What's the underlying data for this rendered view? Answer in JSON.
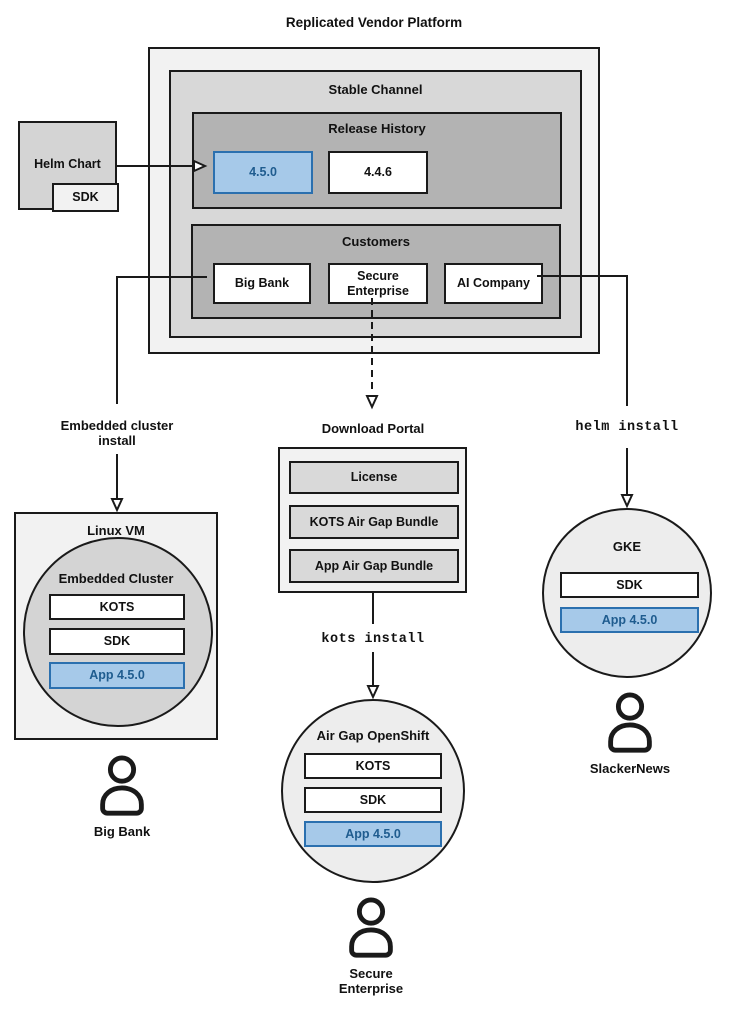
{
  "title": "Replicated Vendor Platform",
  "colors": {
    "highlight_fill": "#a6c9e9",
    "highlight_border": "#2b70af",
    "highlight_text": "#1f5c8f",
    "box_light": "#f2f2f2",
    "box_mid": "#d8d8d8",
    "box_dark": "#b3b3b3",
    "portal_item": "#d9d9d9",
    "circle_dark": "#d4d4d4",
    "circle_light": "#ededed",
    "line": "#1a1a1a"
  },
  "platform": {
    "stable_channel": {
      "title": "Stable Channel"
    },
    "release_history": {
      "title": "Release History",
      "releases": [
        {
          "label": "4.5.0",
          "highlighted": true
        },
        {
          "label": "4.4.6",
          "highlighted": false
        }
      ]
    },
    "customers": {
      "title": "Customers",
      "items": [
        "Big Bank",
        "Secure Enterprise",
        "AI Company"
      ]
    }
  },
  "helm_chart": {
    "label": "Helm Chart",
    "sdk_label": "SDK"
  },
  "edges": {
    "embedded_install": {
      "line1": "Embedded cluster",
      "line2": "install"
    },
    "download_portal": "Download Portal",
    "helm_install": "helm install",
    "kots_install": "kots install"
  },
  "download_portal": {
    "items": [
      "License",
      "KOTS Air Gap Bundle",
      "App Air Gap Bundle"
    ]
  },
  "linux_vm": {
    "title": "Linux VM",
    "cluster": {
      "title": "Embedded Cluster",
      "components": [
        "KOTS",
        "SDK",
        "App 4.5.0"
      ]
    }
  },
  "gke": {
    "title": "GKE",
    "components": [
      "SDK",
      "App 4.5.0"
    ]
  },
  "openshift": {
    "title": "Air Gap OpenShift",
    "components": [
      "KOTS",
      "SDK",
      "App 4.5.0"
    ]
  },
  "users": [
    {
      "name": "Big Bank"
    },
    {
      "name": "Secure Enterprise"
    },
    {
      "name": "SlackerNews"
    }
  ]
}
